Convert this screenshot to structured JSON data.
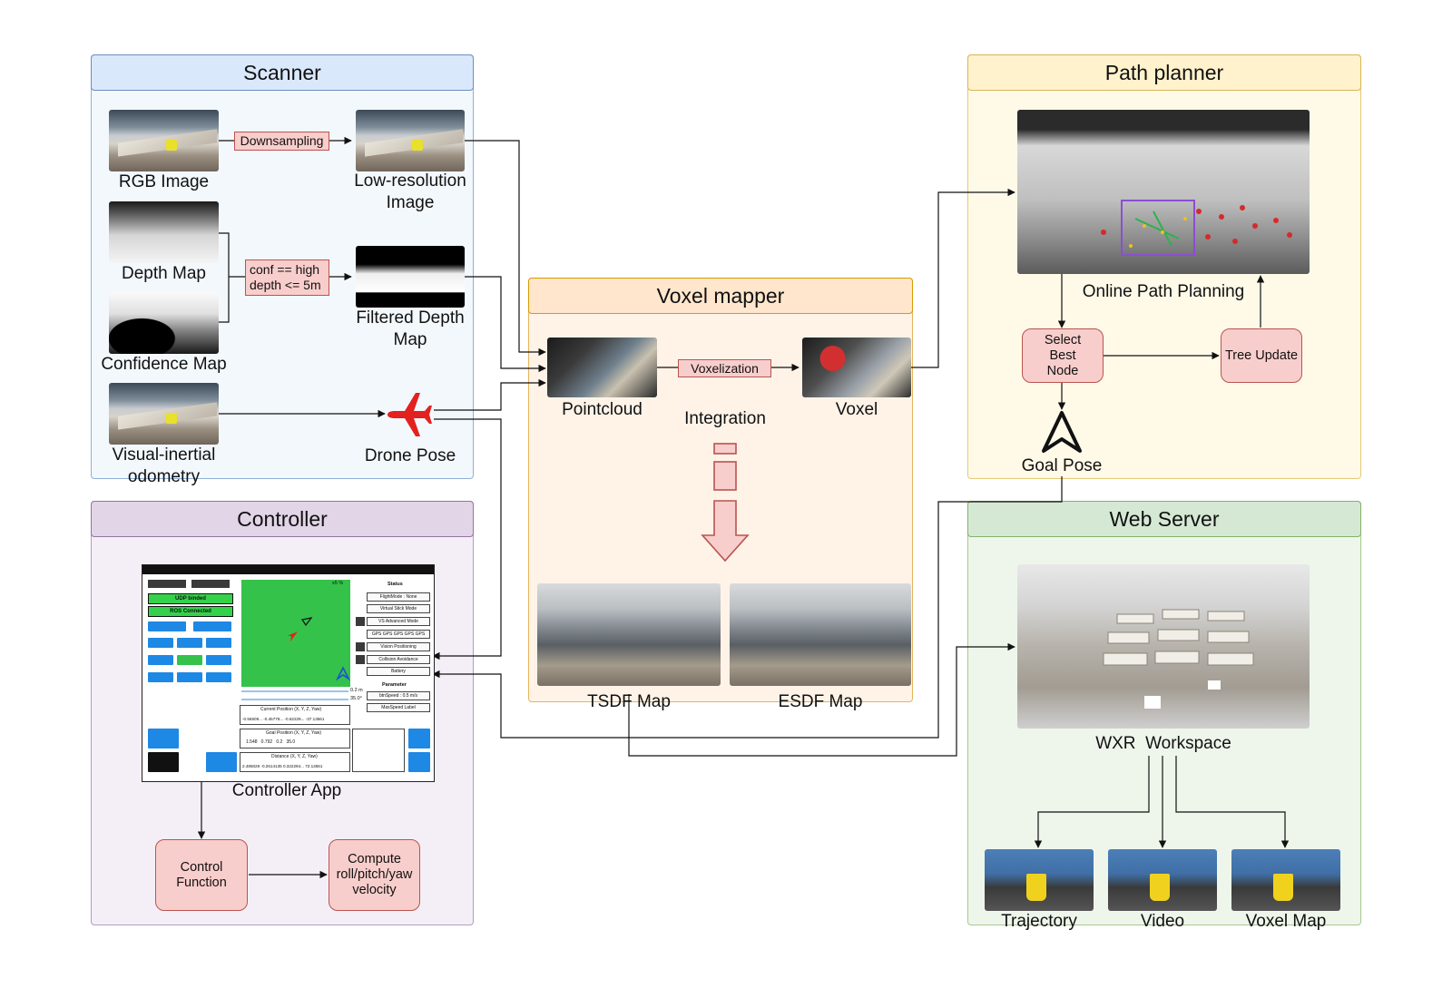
{
  "panels": {
    "scanner": "Scanner",
    "controller": "Controller",
    "voxel_mapper": "Voxel mapper",
    "path_planner": "Path planner",
    "web_server": "Web Server"
  },
  "scanner": {
    "rgb_image": "RGB Image",
    "downsampling": "Downsampling",
    "low_res_image": "Low-resolution Image",
    "depth_map": "Depth Map",
    "confidence_map": "Confidence Map",
    "filter_line1": "conf == high",
    "filter_line2": "depth <= 5m",
    "filtered_depth_map": "Filtered Depth Map",
    "vio": "Visual-inertial odometry",
    "drone_pose": "Drone Pose"
  },
  "voxel_mapper": {
    "pointcloud": "Pointcloud",
    "voxelization": "Voxelization",
    "voxel": "Voxel",
    "integration": "Integration",
    "tsdf_map": "TSDF Map",
    "esdf_map": "ESDF Map"
  },
  "path_planner": {
    "online_path_planning": "Online Path Planning",
    "select_best_node": "Select Best Node",
    "tree_update": "Tree Update",
    "goal_pose": "Goal Pose"
  },
  "web_server": {
    "workspace": "WXR  Workspace",
    "trajectory": "Trajectory",
    "video": "Video",
    "voxel_map": "Voxel Map"
  },
  "controller": {
    "app_label": "Controller App",
    "control_function": "Control Function",
    "compute_velocity": "Compute roll/pitch/yaw velocity",
    "app": {
      "udp": "UDP binded",
      "ros": "ROS Connected",
      "status": "Status",
      "status_items": [
        "FlightMode : None",
        "Virtual Stick Mode",
        "VS Advanced Mode",
        "GPS GPS GPS GPS GPS",
        "Vision Positioning",
        "Collision Avoidance",
        "Battery"
      ],
      "parameter": "Parameter",
      "param_items": [
        "btnSpeed : 0.5 m/s",
        "MaxSpeed Label"
      ],
      "current_position": "Current Position (X, Y, Z, Yaw)",
      "current_values": "-0.56509... -0.45778... -0.62229... -37.13561",
      "goal_position": "Goal Position (X, Y, Z, Yaw)",
      "goal_values": "1.548   0.792   0.2   35.0",
      "distance": "Distance (X, Y, Z, Yaw)",
      "distance_values": "2.485028 -0.2614135 0.322294... 72.13561",
      "slider1": "0.2 m",
      "slider2": "35.0°",
      "battery_pct": "x5 %"
    }
  },
  "colors": {
    "scanner_fill": "#f3f8fd",
    "scanner_head": "#dae8fc",
    "scanner_border": "#6c8ebf",
    "controller_fill": "#f4eff7",
    "controller_head": "#e1d5e7",
    "controller_border": "#9673a6",
    "voxel_fill": "#fff3e8",
    "voxel_head": "#ffe6cc",
    "voxel_border": "#d79b00",
    "planner_fill": "#fffae8",
    "planner_head": "#fff2cc",
    "planner_border": "#d6b656",
    "web_fill": "#eef6ec",
    "web_head": "#d5e8d4",
    "web_border": "#82b366",
    "node_fill": "#f8cecc",
    "node_border": "#b85450",
    "drone_red": "#e3211f"
  }
}
